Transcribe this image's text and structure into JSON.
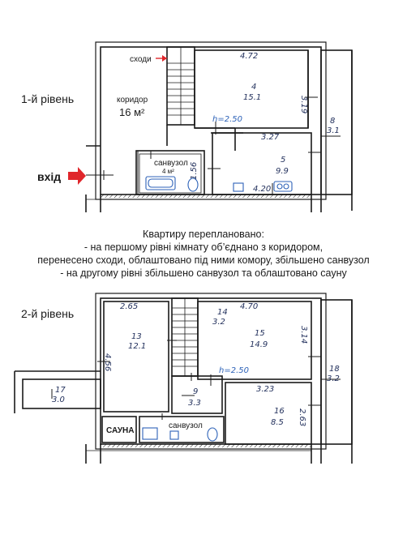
{
  "level1": {
    "title": "1-й рівень",
    "entrance": "вхід",
    "stairs_label": "сходи",
    "corridor": {
      "name": "коридор",
      "area": "16 м²"
    },
    "bathroom": {
      "name": "санвузол",
      "area": "4 м²"
    },
    "height": "h=2.50",
    "rooms": [
      {
        "number": "4",
        "area": "15.1",
        "dim_top": "4.72",
        "dim_side": "3.19"
      },
      {
        "number": "5",
        "area": "9.9",
        "dim_top": "3.27",
        "dim_bottom": "4.20"
      },
      {
        "number": "8",
        "area": "3.1"
      }
    ],
    "dim_left": "1.56"
  },
  "note": {
    "lines": [
      "Квартиру переплановано:",
      "- на першому рівні кімнату об’єднано з коридором,",
      "перенесено сходи, облаштовано під ними комору, збільшено санвузол",
      "- на другому рівні збільшено санвузол та облаштовано сауну"
    ]
  },
  "level2": {
    "title": "2-й рівень",
    "height": "h=2.50",
    "sauna": "САУНА",
    "bathroom": "санвузол",
    "rooms": [
      {
        "number": "13",
        "area": "12.1",
        "dim_top": "2.65",
        "dim_side": "4.56"
      },
      {
        "number": "14",
        "area": "3.2"
      },
      {
        "number": "15",
        "area": "14.9",
        "dim_top": "4.70",
        "dim_side": "3.14"
      },
      {
        "number": "16",
        "area": "8.5",
        "dim_top": "3.23",
        "dim_side": "2.63"
      },
      {
        "number": "17",
        "area": "3.0"
      },
      {
        "number": "18",
        "area": "3.2"
      },
      {
        "number": "9",
        "area": "3.3"
      }
    ]
  },
  "colors": {
    "wall": "#1a1a1a",
    "accent_arrow": "#e0262b",
    "fixture": "#2d62b8",
    "handwriting": "#22305c"
  }
}
